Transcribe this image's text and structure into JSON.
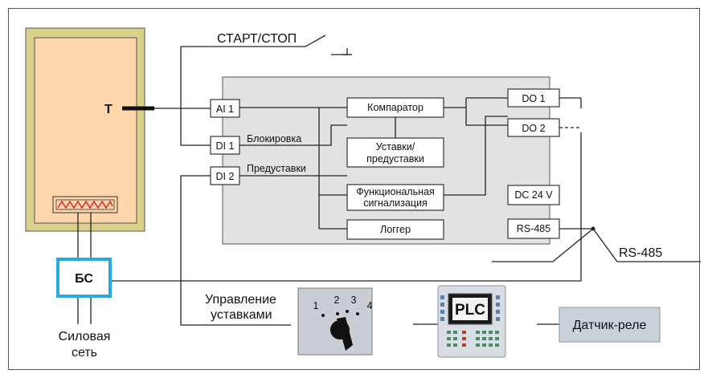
{
  "labels": {
    "start_stop": "СТАРТ/СТОП",
    "sensor": "T",
    "ai1": "AI 1",
    "di1": "DI 1",
    "di2": "DI 2",
    "blocking": "Блокировка",
    "presets": "Предуставки",
    "comparator": "Компаратор",
    "setpoints_l1": "Уставки/",
    "setpoints_l2": "предуставки",
    "func_alarm_l1": "Функциональная",
    "func_alarm_l2": "сигнализация",
    "logger": "Логгер",
    "do1": "DO 1",
    "do2": "DO 2",
    "dc24": "DC 24 V",
    "rs485_port": "RS-485",
    "rs485_bus": "RS-485",
    "bs": "БС",
    "power_l1": "Силовая",
    "power_l2": "сеть",
    "setpoint_ctrl_l1": "Управление",
    "setpoint_ctrl_l2": "уставками",
    "switch_pos": [
      "1",
      "2",
      "3",
      "4"
    ],
    "plc": "PLC",
    "sensor_relay": "Датчик-реле"
  },
  "colors": {
    "oven_frame": "#d9d08a",
    "oven_chamber": "#fcd5aa",
    "controller_body": "#e2e2e2",
    "bs_border": "#29a9e0",
    "heater": "#e02020",
    "plc_body": "#d8dde3",
    "sensor_relay_fill": "#c8d2db"
  }
}
